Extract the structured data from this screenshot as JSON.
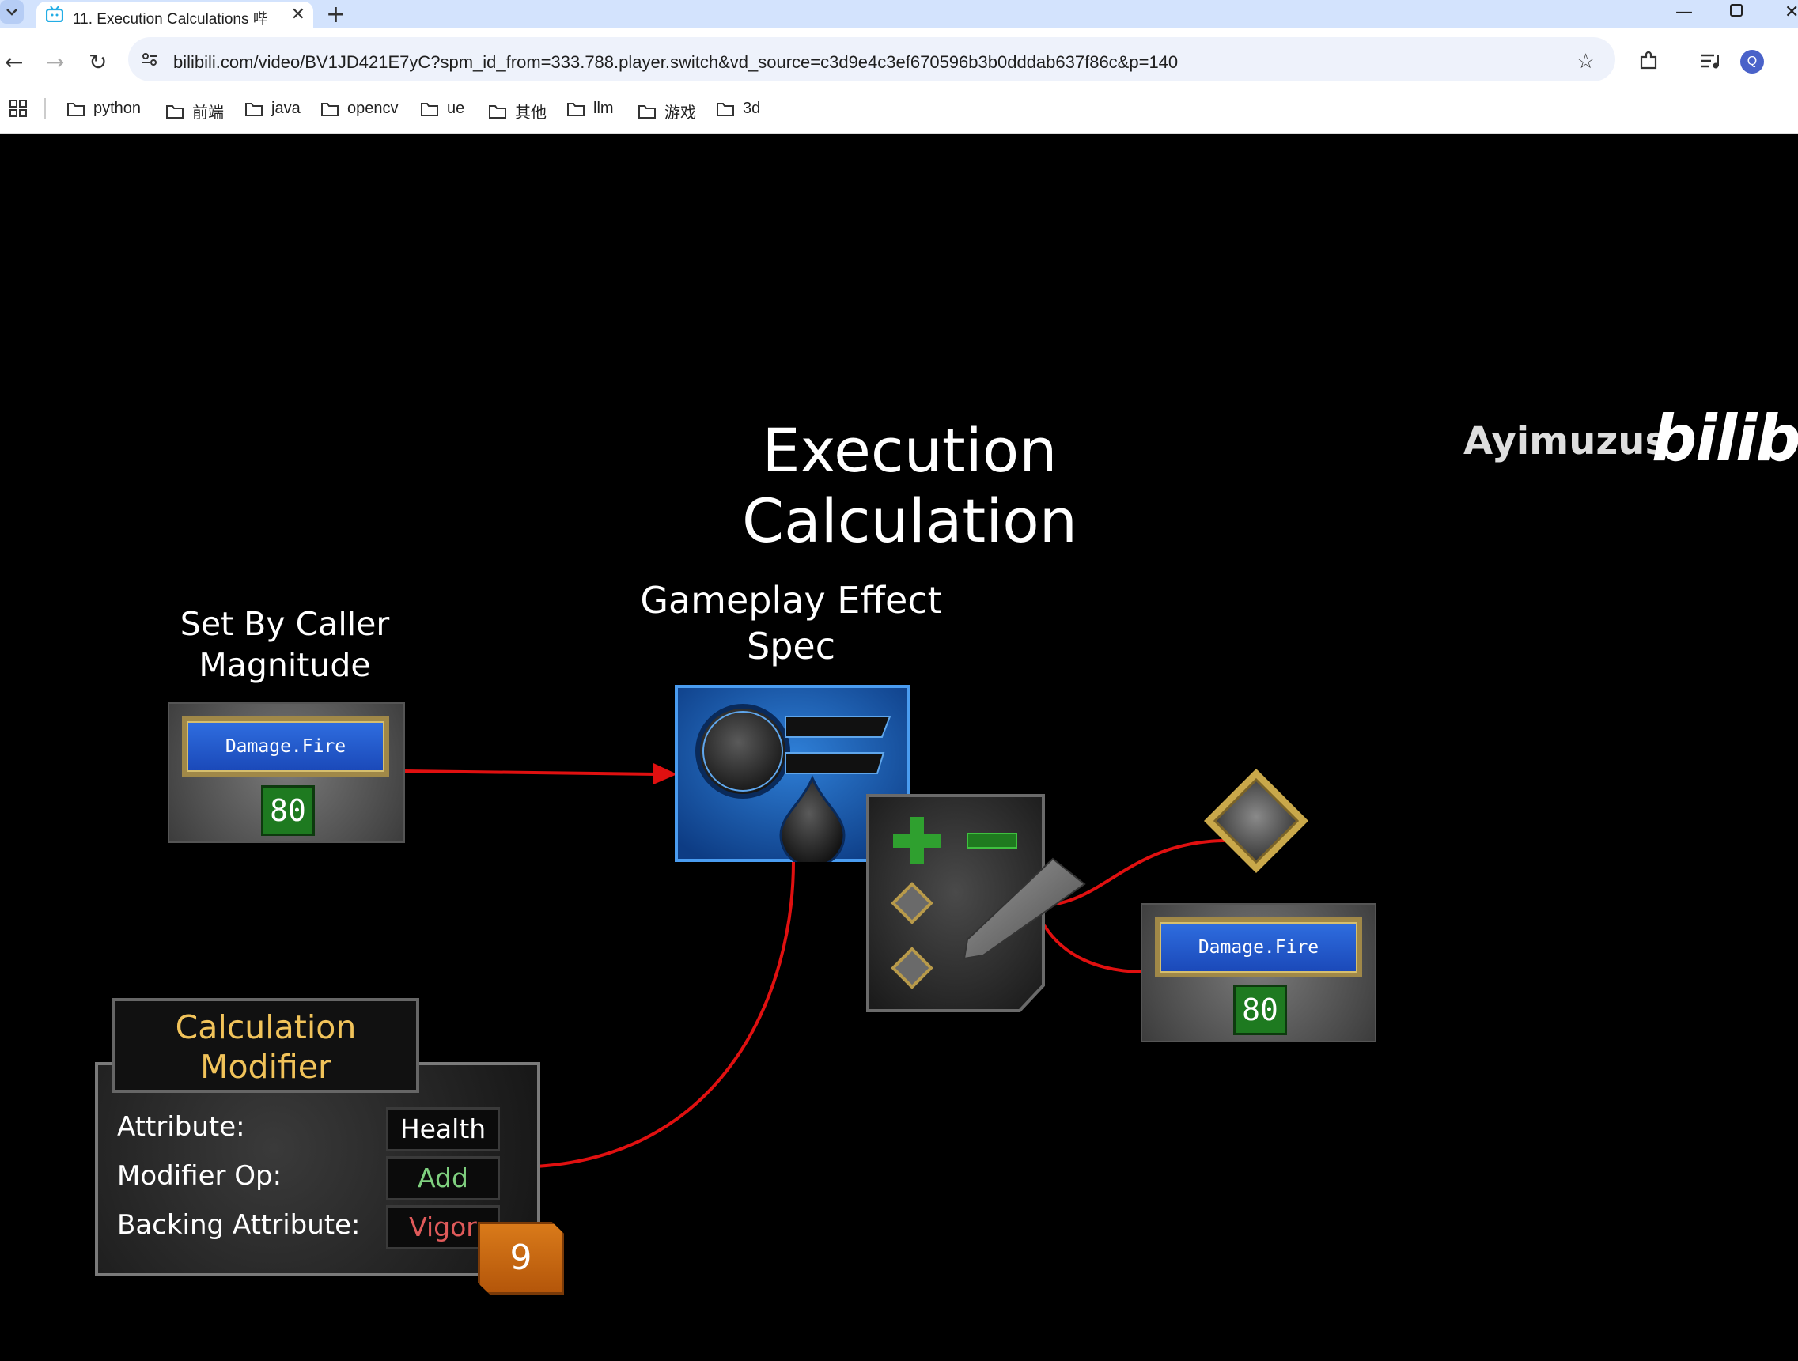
{
  "browser": {
    "tab_title": "11. Execution Calculations 哔",
    "new_tab_icon": "plus-icon",
    "url": "bilibili.com/video/BV1JD421E7yC?spm_id_from=333.788.player.switch&vd_source=c3d9e4c3ef670596b3b0dddab637f86c&p=140",
    "window_controls": [
      "minimize",
      "maximize",
      "close"
    ],
    "profile_initial": "Q",
    "bookmarks": [
      "python",
      "前端",
      "java",
      "opencv",
      "ue",
      "其他",
      "llm",
      "游戏",
      "3d"
    ]
  },
  "slide": {
    "title": "Execution Calculation",
    "watermark_user": "Ayimuzus",
    "watermark_brand": "bilibili",
    "set_by_caller": {
      "label": "Set By Caller Magnitude",
      "tag": "Damage.Fire",
      "value": "80"
    },
    "gameplay_effect_spec": {
      "label_line1": "Gameplay Effect",
      "label_line2": "Spec"
    },
    "output": {
      "tag": "Damage.Fire",
      "value": "80"
    },
    "calculation_modifier": {
      "header_line1": "Calculation",
      "header_line2": "Modifier",
      "rows": [
        {
          "label": "Attribute:",
          "value": "Health",
          "color": "#ffffff"
        },
        {
          "label": "Modifier Op:",
          "value": "Add",
          "color": "#7fd07f"
        },
        {
          "label": "Backing Attribute:",
          "value": "Vigor",
          "color": "#e05a5a"
        }
      ],
      "badge": "9"
    },
    "colors": {
      "connector": "#e01010",
      "accent_gold": "#d6bf6e",
      "tag_blue": "#2a62d6",
      "value_green": "#1e7a20",
      "badge_orange": "#d97a1a"
    }
  }
}
